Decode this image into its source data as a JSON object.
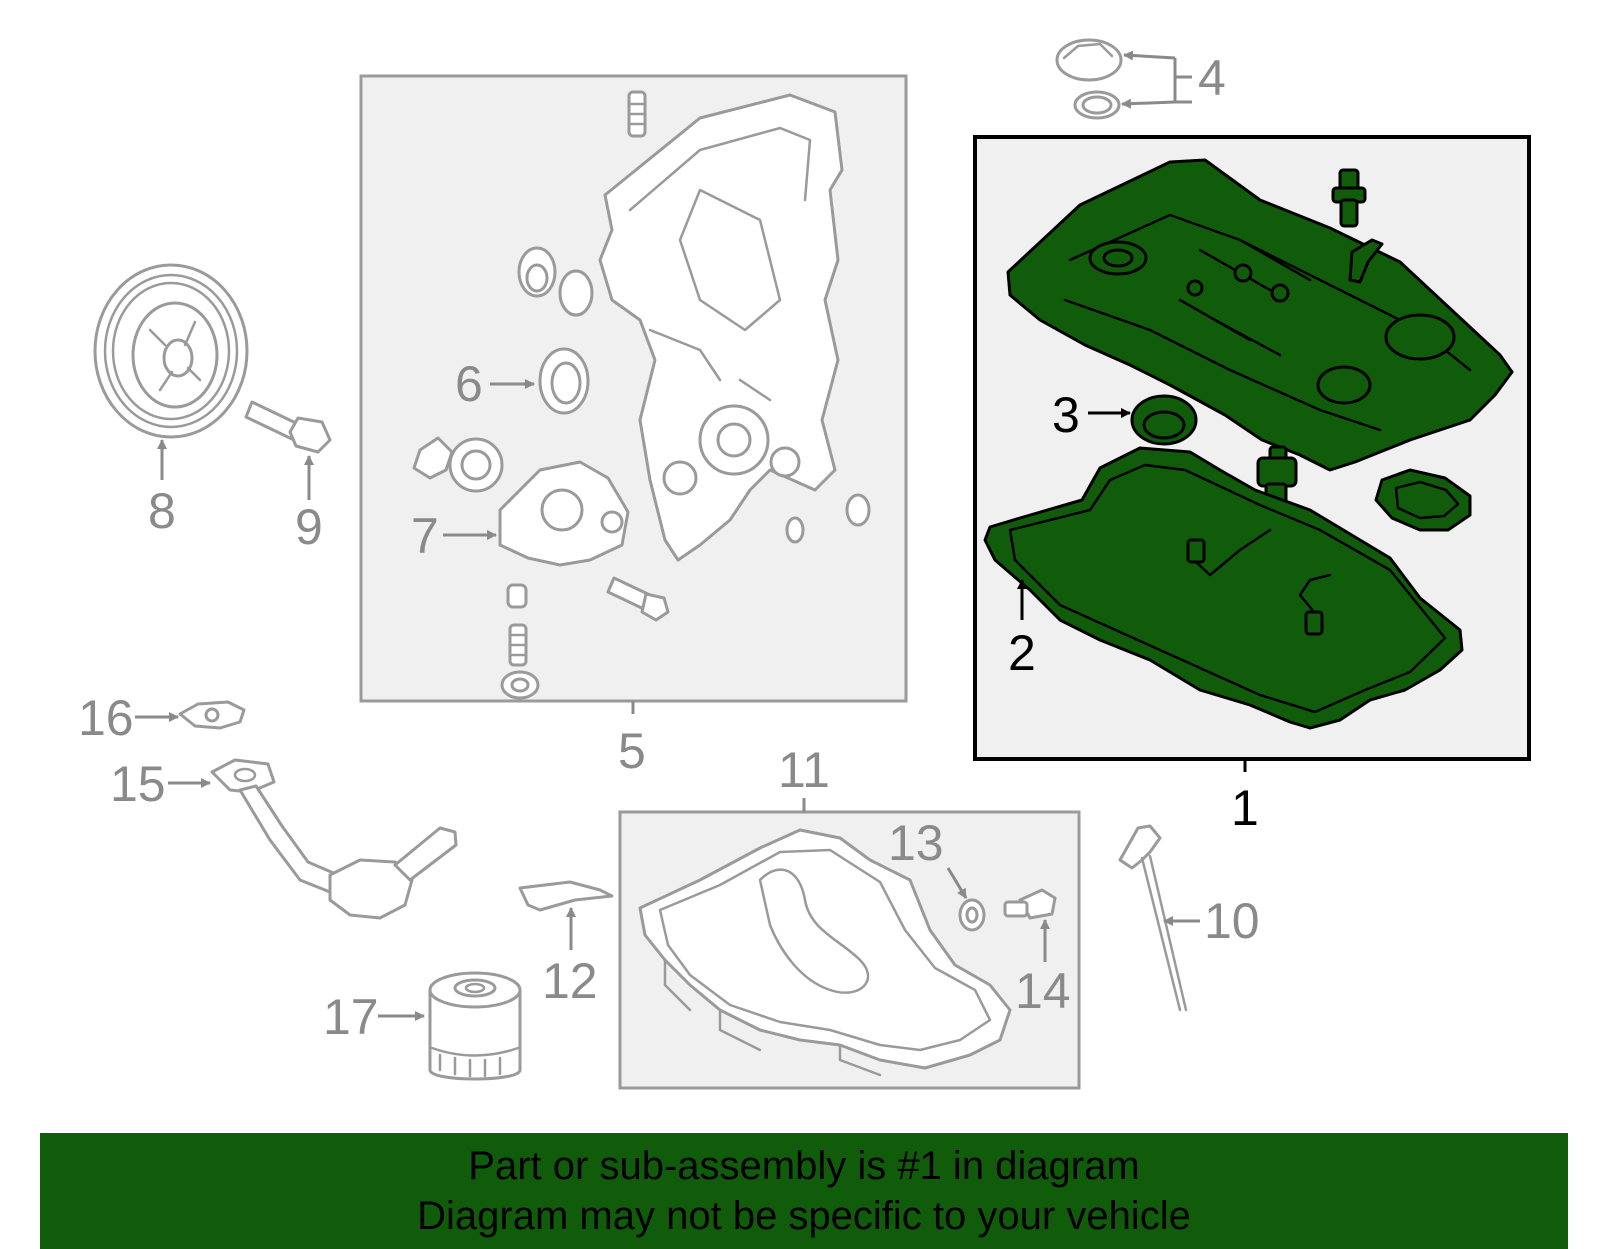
{
  "callouts": {
    "c1": "1",
    "c2": "2",
    "c3": "3",
    "c4": "4",
    "c5": "5",
    "c6": "6",
    "c7": "7",
    "c8": "8",
    "c9": "9",
    "c10": "10",
    "c11": "11",
    "c12": "12",
    "c13": "13",
    "c14": "14",
    "c15": "15",
    "c16": "16",
    "c17": "17"
  },
  "highlighted_part": "1",
  "colors": {
    "highlight": "#115c0a",
    "box_fill": "#f0f0f0",
    "part_stroke": "#9a9a9a",
    "label_gray": "#8a8a8a",
    "label_highlight": "#000000"
  },
  "footer": {
    "line1": "Part or sub-assembly is #1 in diagram",
    "line2": "Diagram may not be specific to your vehicle"
  }
}
